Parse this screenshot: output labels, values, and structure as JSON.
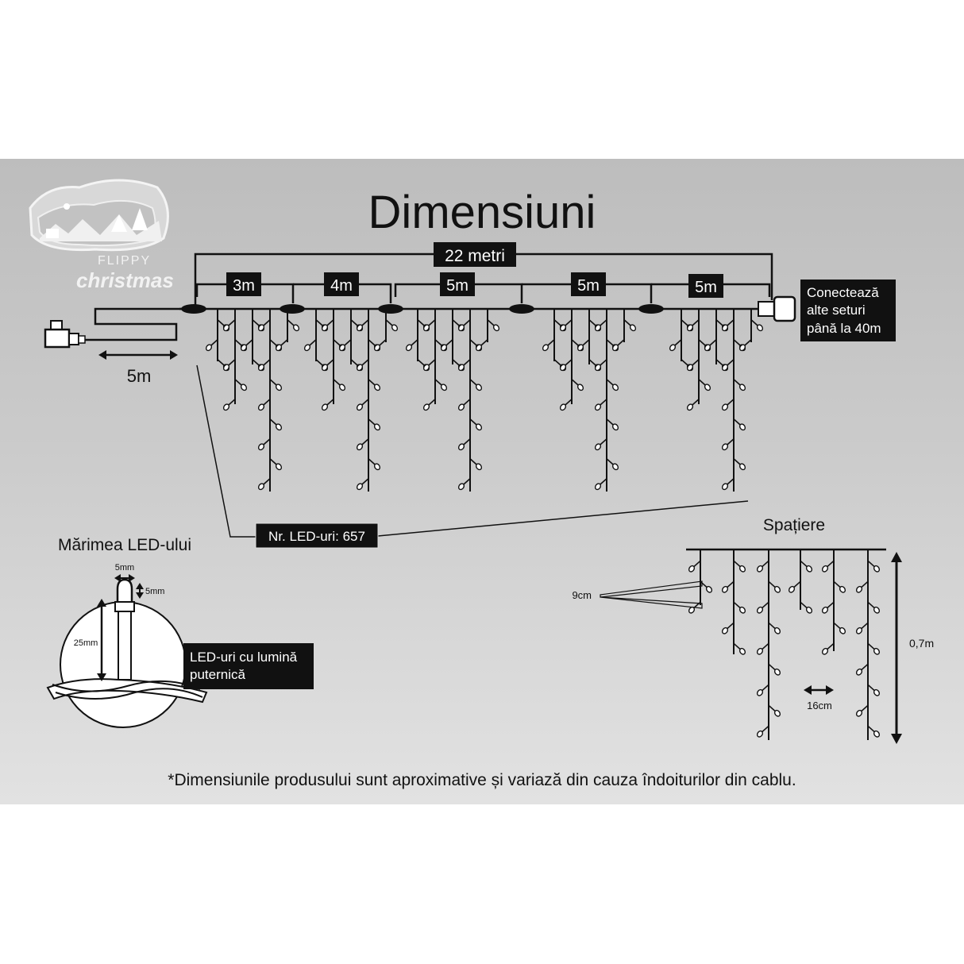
{
  "title": "Dimensiuni",
  "brand": {
    "line1": "FLIPPY",
    "line2": "christmas"
  },
  "total_length": "22 metri",
  "segments": [
    "3m",
    "4m",
    "5m",
    "5m",
    "5m"
  ],
  "lead_cable": "5m",
  "connect_note": [
    "Conectează",
    "alte seturi",
    "până la 40m"
  ],
  "led_count": "Nr. LED-uri: 657",
  "led_size": {
    "heading": "Mărimea LED-ului",
    "width": "5mm",
    "height": "5mm",
    "length": "25mm",
    "note": [
      "LED-uri cu lumină",
      "puternică"
    ]
  },
  "spacing": {
    "heading": "Spațiere",
    "vertical": "9cm",
    "horizontal": "16cm",
    "drop_height": "0,7m"
  },
  "disclaimer": "*Dimensiunile produsului sunt aproximative și variază din cauza îndoiturilor din cablu.",
  "colors": {
    "panel": "#c8c8c8",
    "ink": "#111111",
    "label_bg": "#111111",
    "label_text": "#ffffff"
  }
}
